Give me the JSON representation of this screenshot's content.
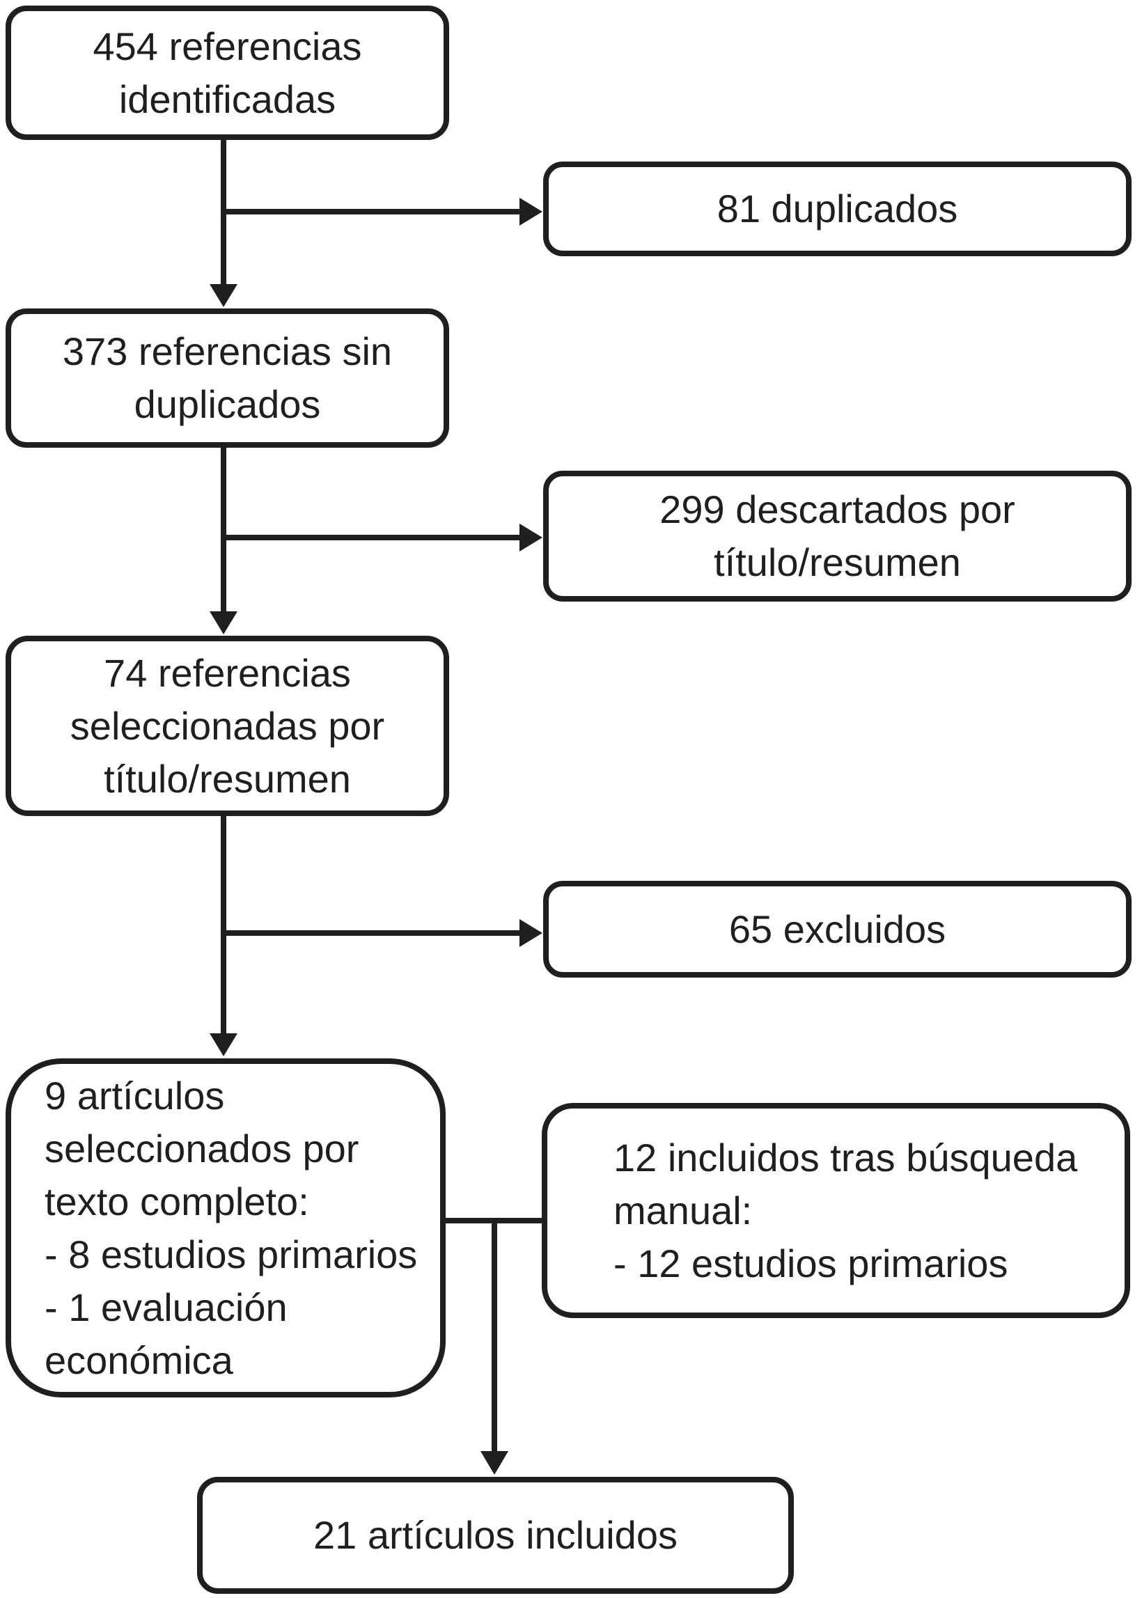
{
  "diagram": {
    "type": "flowchart",
    "language": "es",
    "boxes": {
      "identified": {
        "text": "454 referencias\nidentificadas"
      },
      "duplicates": {
        "text": "81 duplicados"
      },
      "no_duplicates": {
        "text": "373 referencias sin\nduplicados"
      },
      "discarded": {
        "text": "299 descartados por\ntítulo/resumen"
      },
      "selected_title": {
        "text": "74 referencias\nseleccionadas por\ntítulo/resumen"
      },
      "excluded": {
        "text": "65 excluidos"
      },
      "fulltext": {
        "text": "9 artículos\nseleccionados por\ntexto completo:\n- 8 estudios primarios\n- 1 evaluación\neconómica"
      },
      "manual_search": {
        "text": "12 incluidos tras búsqueda\nmanual:\n- 12 estudios primarios"
      },
      "included": {
        "text": "21 artículos incluidos"
      }
    },
    "counts": {
      "identified": 454,
      "duplicates": 81,
      "without_duplicates": 373,
      "discarded_title_abstract": 299,
      "selected_title_abstract": 74,
      "excluded_fulltext": 65,
      "selected_fulltext": 9,
      "primary_studies_fulltext": 8,
      "economic_evaluations": 1,
      "manual_search_included": 12,
      "manual_search_primary_studies": 12,
      "total_included": 21
    },
    "colors": {
      "stroke": "#1f1f1f",
      "background": "#ffffff",
      "text": "#1f1f1f"
    }
  }
}
